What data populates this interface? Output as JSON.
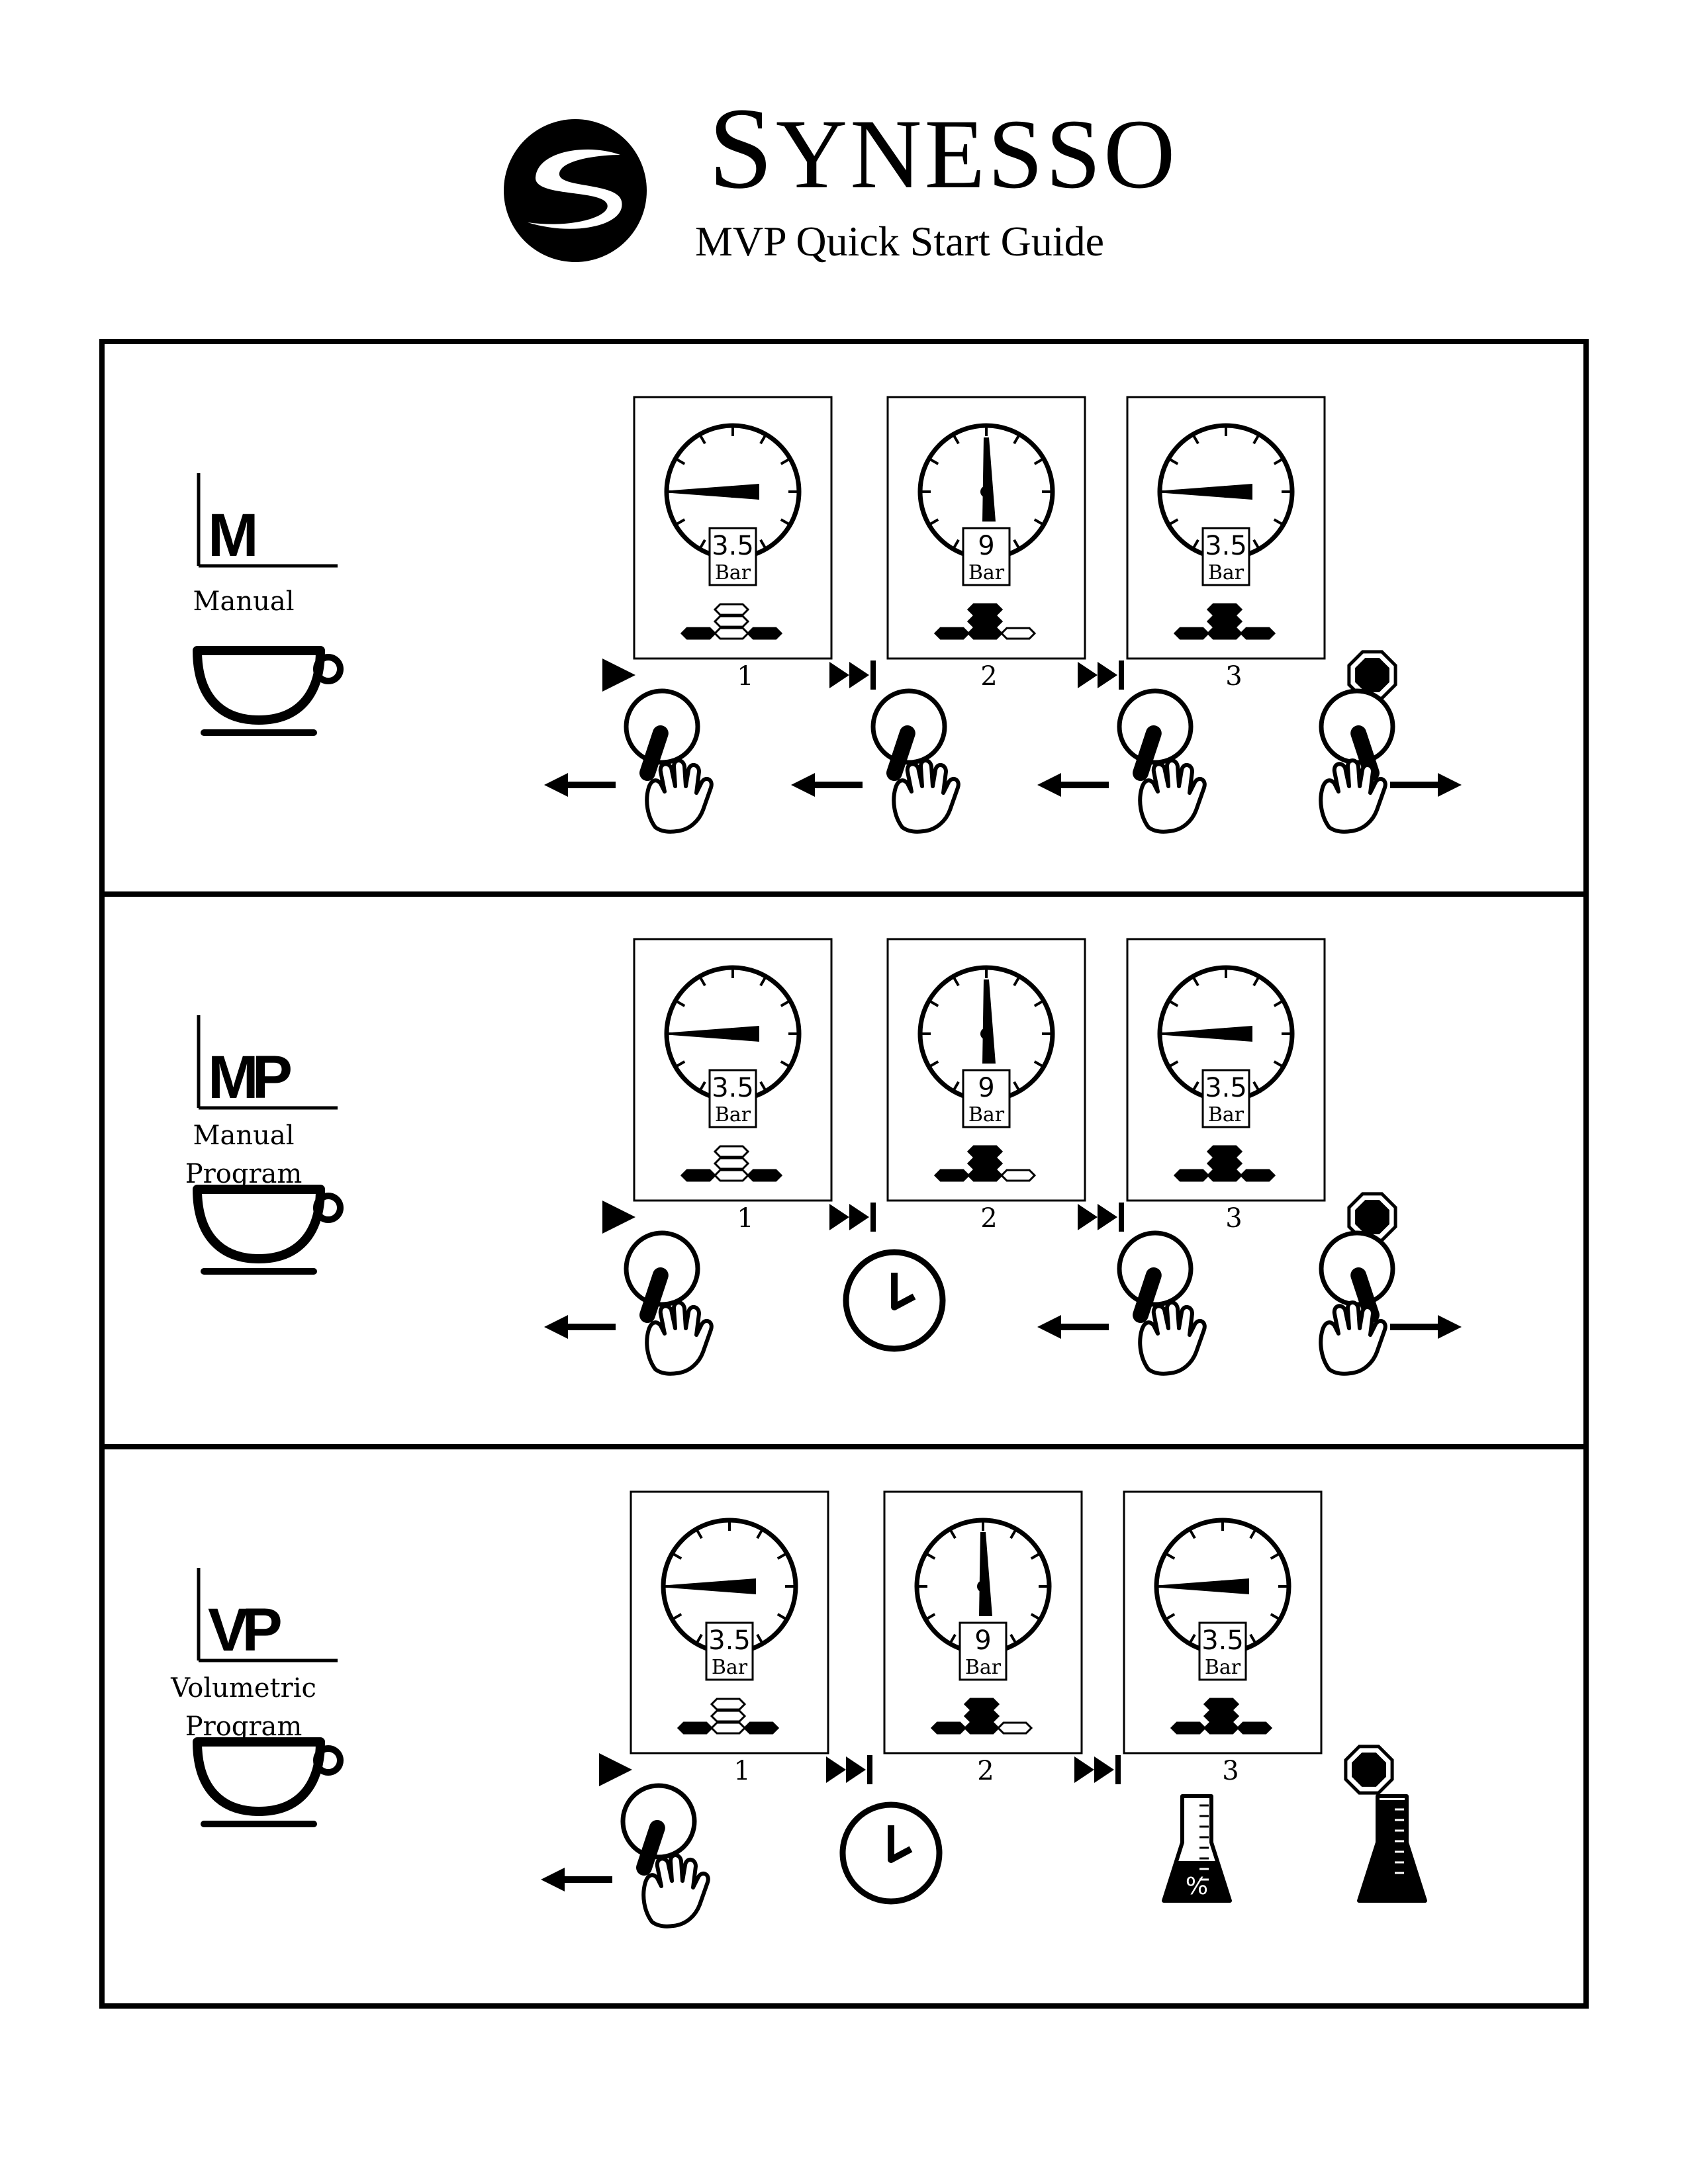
{
  "header": {
    "brand_cap": "S",
    "brand_rest": "YNESSO",
    "subtitle": "MVP Quick Start Guide"
  },
  "panels": [
    {
      "mode_symbol": "M",
      "mode_label_line1": "Manual",
      "mode_label_line2": "",
      "screens": [
        {
          "value": "3.5",
          "unit": "Bar"
        },
        {
          "value": "9",
          "unit": "Bar"
        },
        {
          "value": "3.5",
          "unit": "Bar"
        }
      ],
      "steps": [
        "1",
        "2",
        "3"
      ],
      "actions": [
        "knob-turn-left",
        "knob-turn-left",
        "knob-turn-left",
        "knob-turn-right"
      ]
    },
    {
      "mode_symbol": "MP",
      "mode_label_line1": "Manual",
      "mode_label_line2": "Program",
      "screens": [
        {
          "value": "3.5",
          "unit": "Bar"
        },
        {
          "value": "9",
          "unit": "Bar"
        },
        {
          "value": "3.5",
          "unit": "Bar"
        }
      ],
      "steps": [
        "1",
        "2",
        "3"
      ],
      "actions": [
        "knob-turn-left",
        "clock-icon",
        "knob-turn-left",
        "knob-turn-right"
      ]
    },
    {
      "mode_symbol": "VP",
      "mode_label_line1": "Volumetric",
      "mode_label_line2": "Program",
      "screens": [
        {
          "value": "3.5",
          "unit": "Bar"
        },
        {
          "value": "9",
          "unit": "Bar"
        },
        {
          "value": "3.5",
          "unit": "Bar"
        }
      ],
      "steps": [
        "1",
        "2",
        "3"
      ],
      "actions": [
        "knob-turn-left",
        "clock-icon",
        "beaker-partial-icon",
        "beaker-full-icon"
      ],
      "beaker_percent": "%"
    }
  ]
}
